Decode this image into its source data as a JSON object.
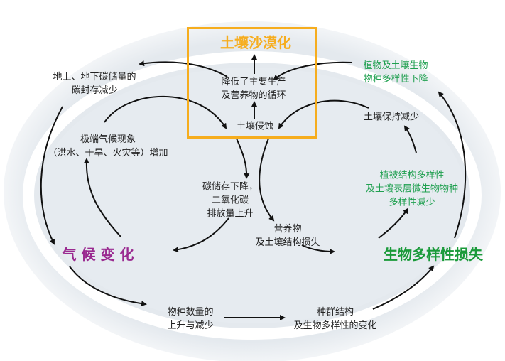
{
  "title": "土壤沙漠化",
  "nodes": {
    "reduced_production": "降低了主要生产\n及营养物的循环",
    "soil_erosion": "土壤侵蚀",
    "carbon_sequestration": "地上、地下碳储量的\n碳封存减少",
    "plant_soil_diversity": "植物及土壤生物\n物种多样性下降",
    "soil_retention": "土壤保持减少",
    "extreme_climate": "极端气候现象\n（洪水、干旱、火灾等）增加",
    "carbon_storage": "碳储存下降，\n二氧化碳\n排放量上升",
    "nutrient_loss": "营养物\n及土壤结构损失",
    "vegetation_diversity": "植被结构多样性\n及土壤表层微生物物种\n多样性减少",
    "climate_change": "气 候 变 化",
    "biodiversity_loss": "生物多样性损失",
    "species_numbers": "物种数量的\n上升与减少",
    "population_structure": "种群结构\n及生物多样性的变化"
  },
  "colors": {
    "title": "#f6ad1e",
    "climate": "#9a2a90",
    "biodiversity": "#1a9a3a",
    "green_text": "#20a050",
    "background": "#e6ebf0"
  }
}
